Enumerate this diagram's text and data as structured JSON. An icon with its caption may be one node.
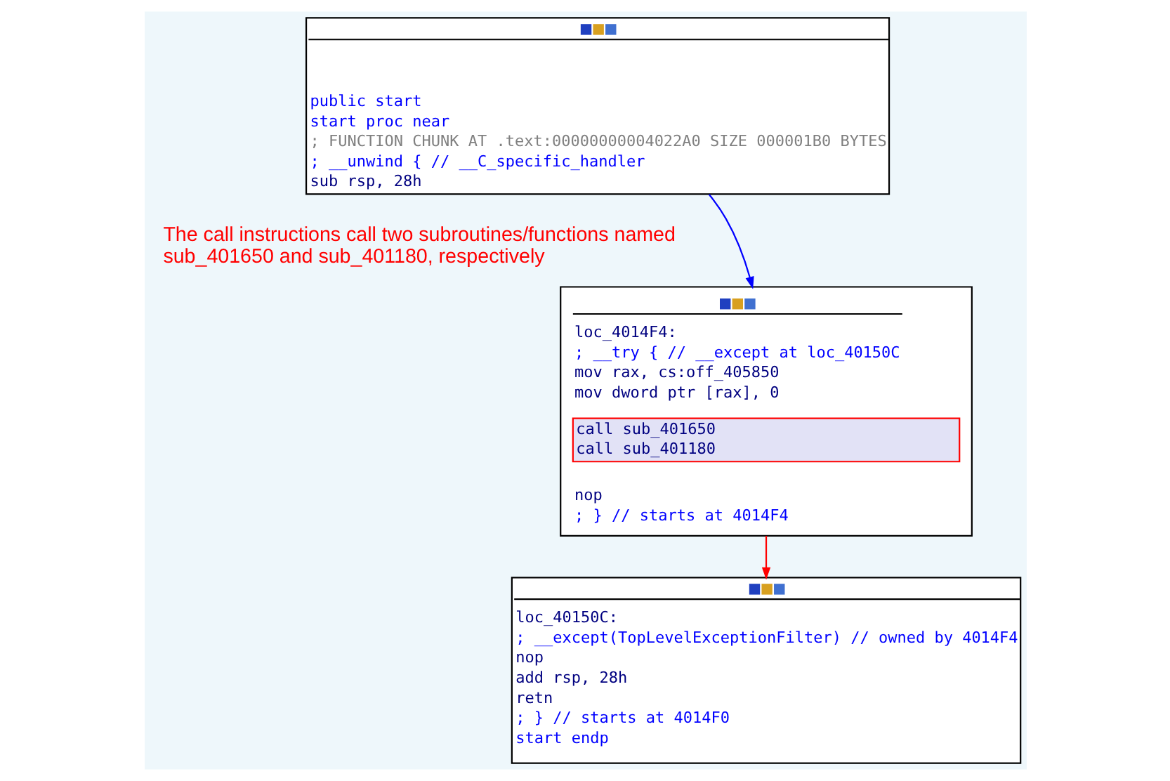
{
  "diagram": {
    "nodes": [
      {
        "text": [
          "public start",
          "start proc near",
          "; FUNCTION CHUNK AT .text:00000000004022A0 SIZE 000001B0 BYTES",
          "; __unwind { // __C_specific_handler",
          "sub rsp, 28h"
        ]
      },
      {
        "text": [
          "loc_4014F4:",
          "; __try { // __except at loc_40150C",
          "mov rax, cs:off_405850",
          "mov dword ptr [rax], 0",
          "nop",
          "; } // starts at 4014F4"
        ]
      },
      {
        "text": [
          "call sub_401650",
          "call sub_401180"
        ],
        "in": 1
      },
      {
        "text": [
          "loc_40150C:",
          "; __except(TopLevelExceptionFilter) // owned by 4014F4",
          "nop",
          "add rsp, 28h",
          "retn",
          "; } // starts at 4014F0",
          "start endp"
        ]
      }
    ],
    "edges": [
      {
        "from": 0,
        "to": 1,
        "arrow": "to",
        "color": "#0000ff"
      },
      {
        "from": 1,
        "to": 3,
        "arrow": "to",
        "color": "#ff0000"
      }
    ],
    "labels": [
      "The call instructions call two subroutines/functions named sub_401650 and sub_401180, respectively"
    ]
  }
}
